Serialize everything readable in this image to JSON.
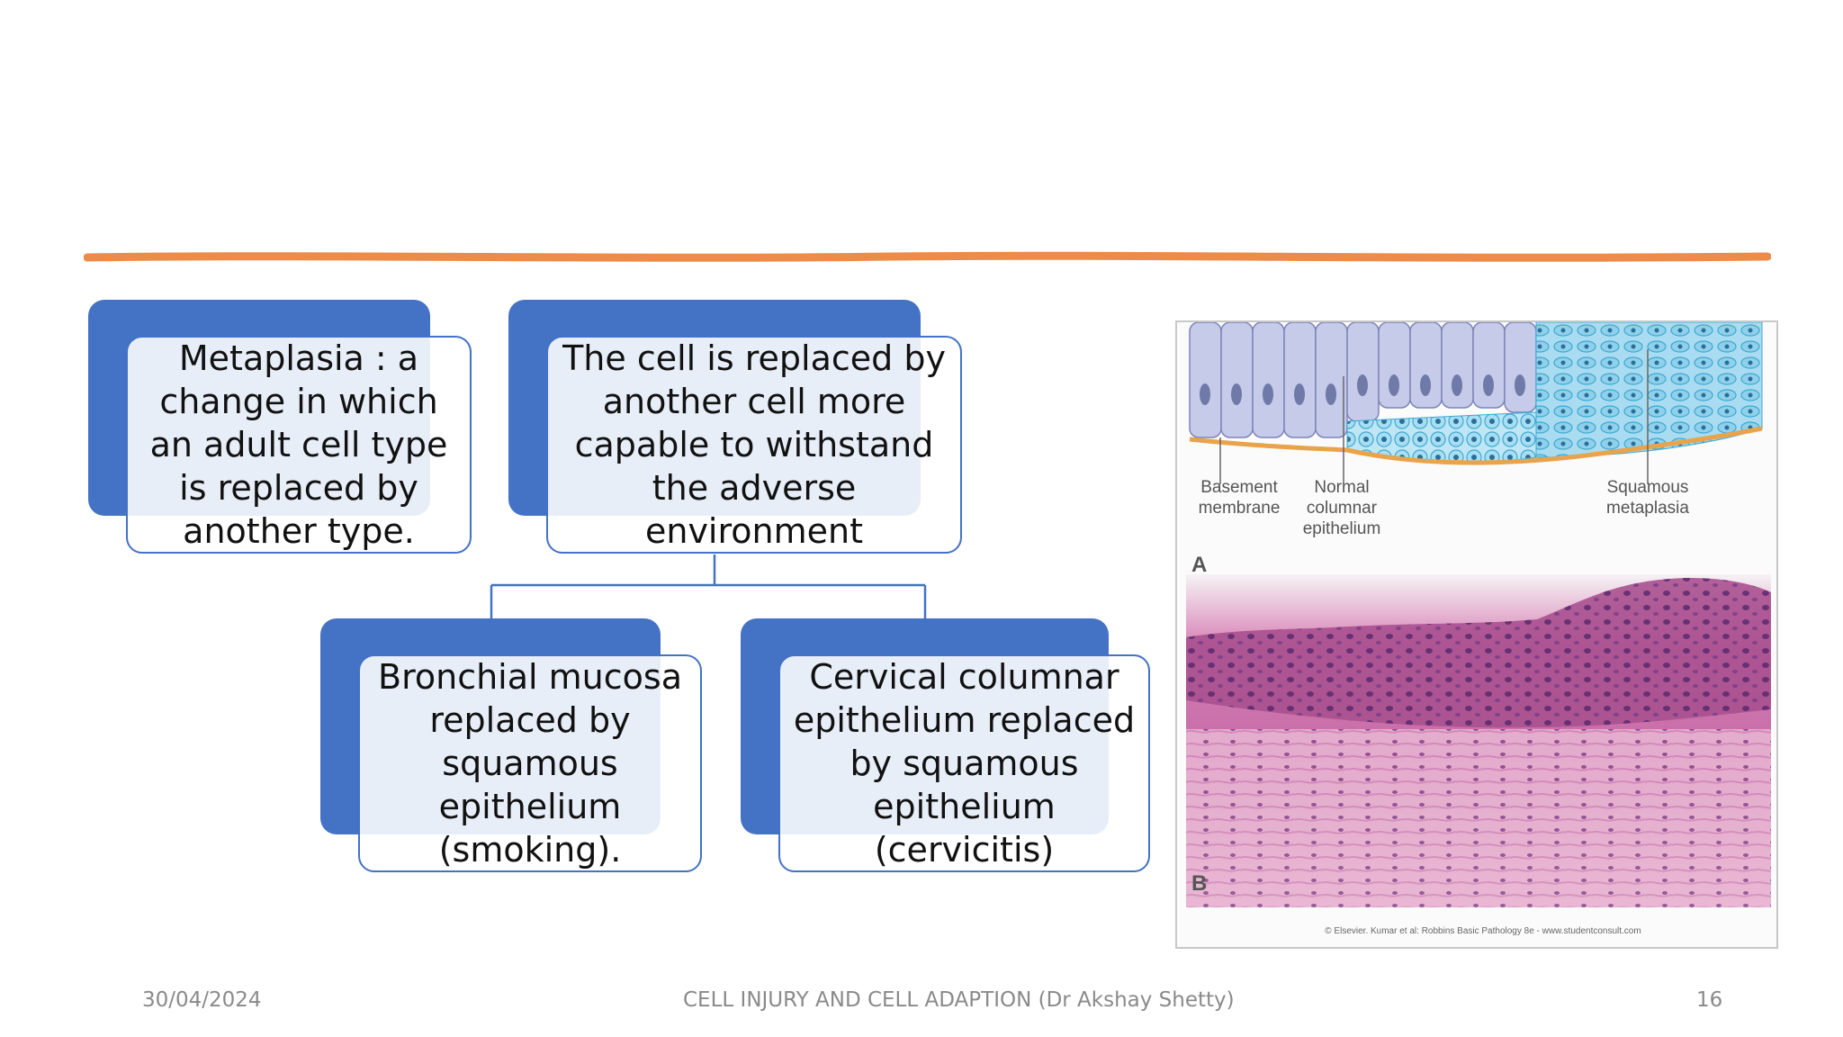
{
  "colors": {
    "accent_orange": "#ec8b4a",
    "node_blue": "#4472c4",
    "footer_gray": "#8a8a8a"
  },
  "nodes": {
    "definition": "Metaplasia : a change in which an adult cell type is replaced by another type.",
    "replacement": "The cell is replaced by another cell more capable to withstand the adverse environment",
    "bronchial": "Bronchial mucosa replaced by squamous epithelium (smoking).",
    "cervical": "Cervical columnar epithelium replaced by squamous epithelium (cervicitis)"
  },
  "figure": {
    "label_basement": "Basement membrane",
    "label_normal": "Normal columnar epithelium",
    "label_squamous": "Squamous metaplasia",
    "panel_a": "A",
    "panel_b": "B",
    "credit": "© Elsevier. Kumar et al: Robbins Basic Pathology 8e - www.studentconsult.com"
  },
  "footer": {
    "date": "30/04/2024",
    "title": "CELL INJURY AND CELL ADAPTION (Dr Akshay Shetty)",
    "page": "16"
  }
}
